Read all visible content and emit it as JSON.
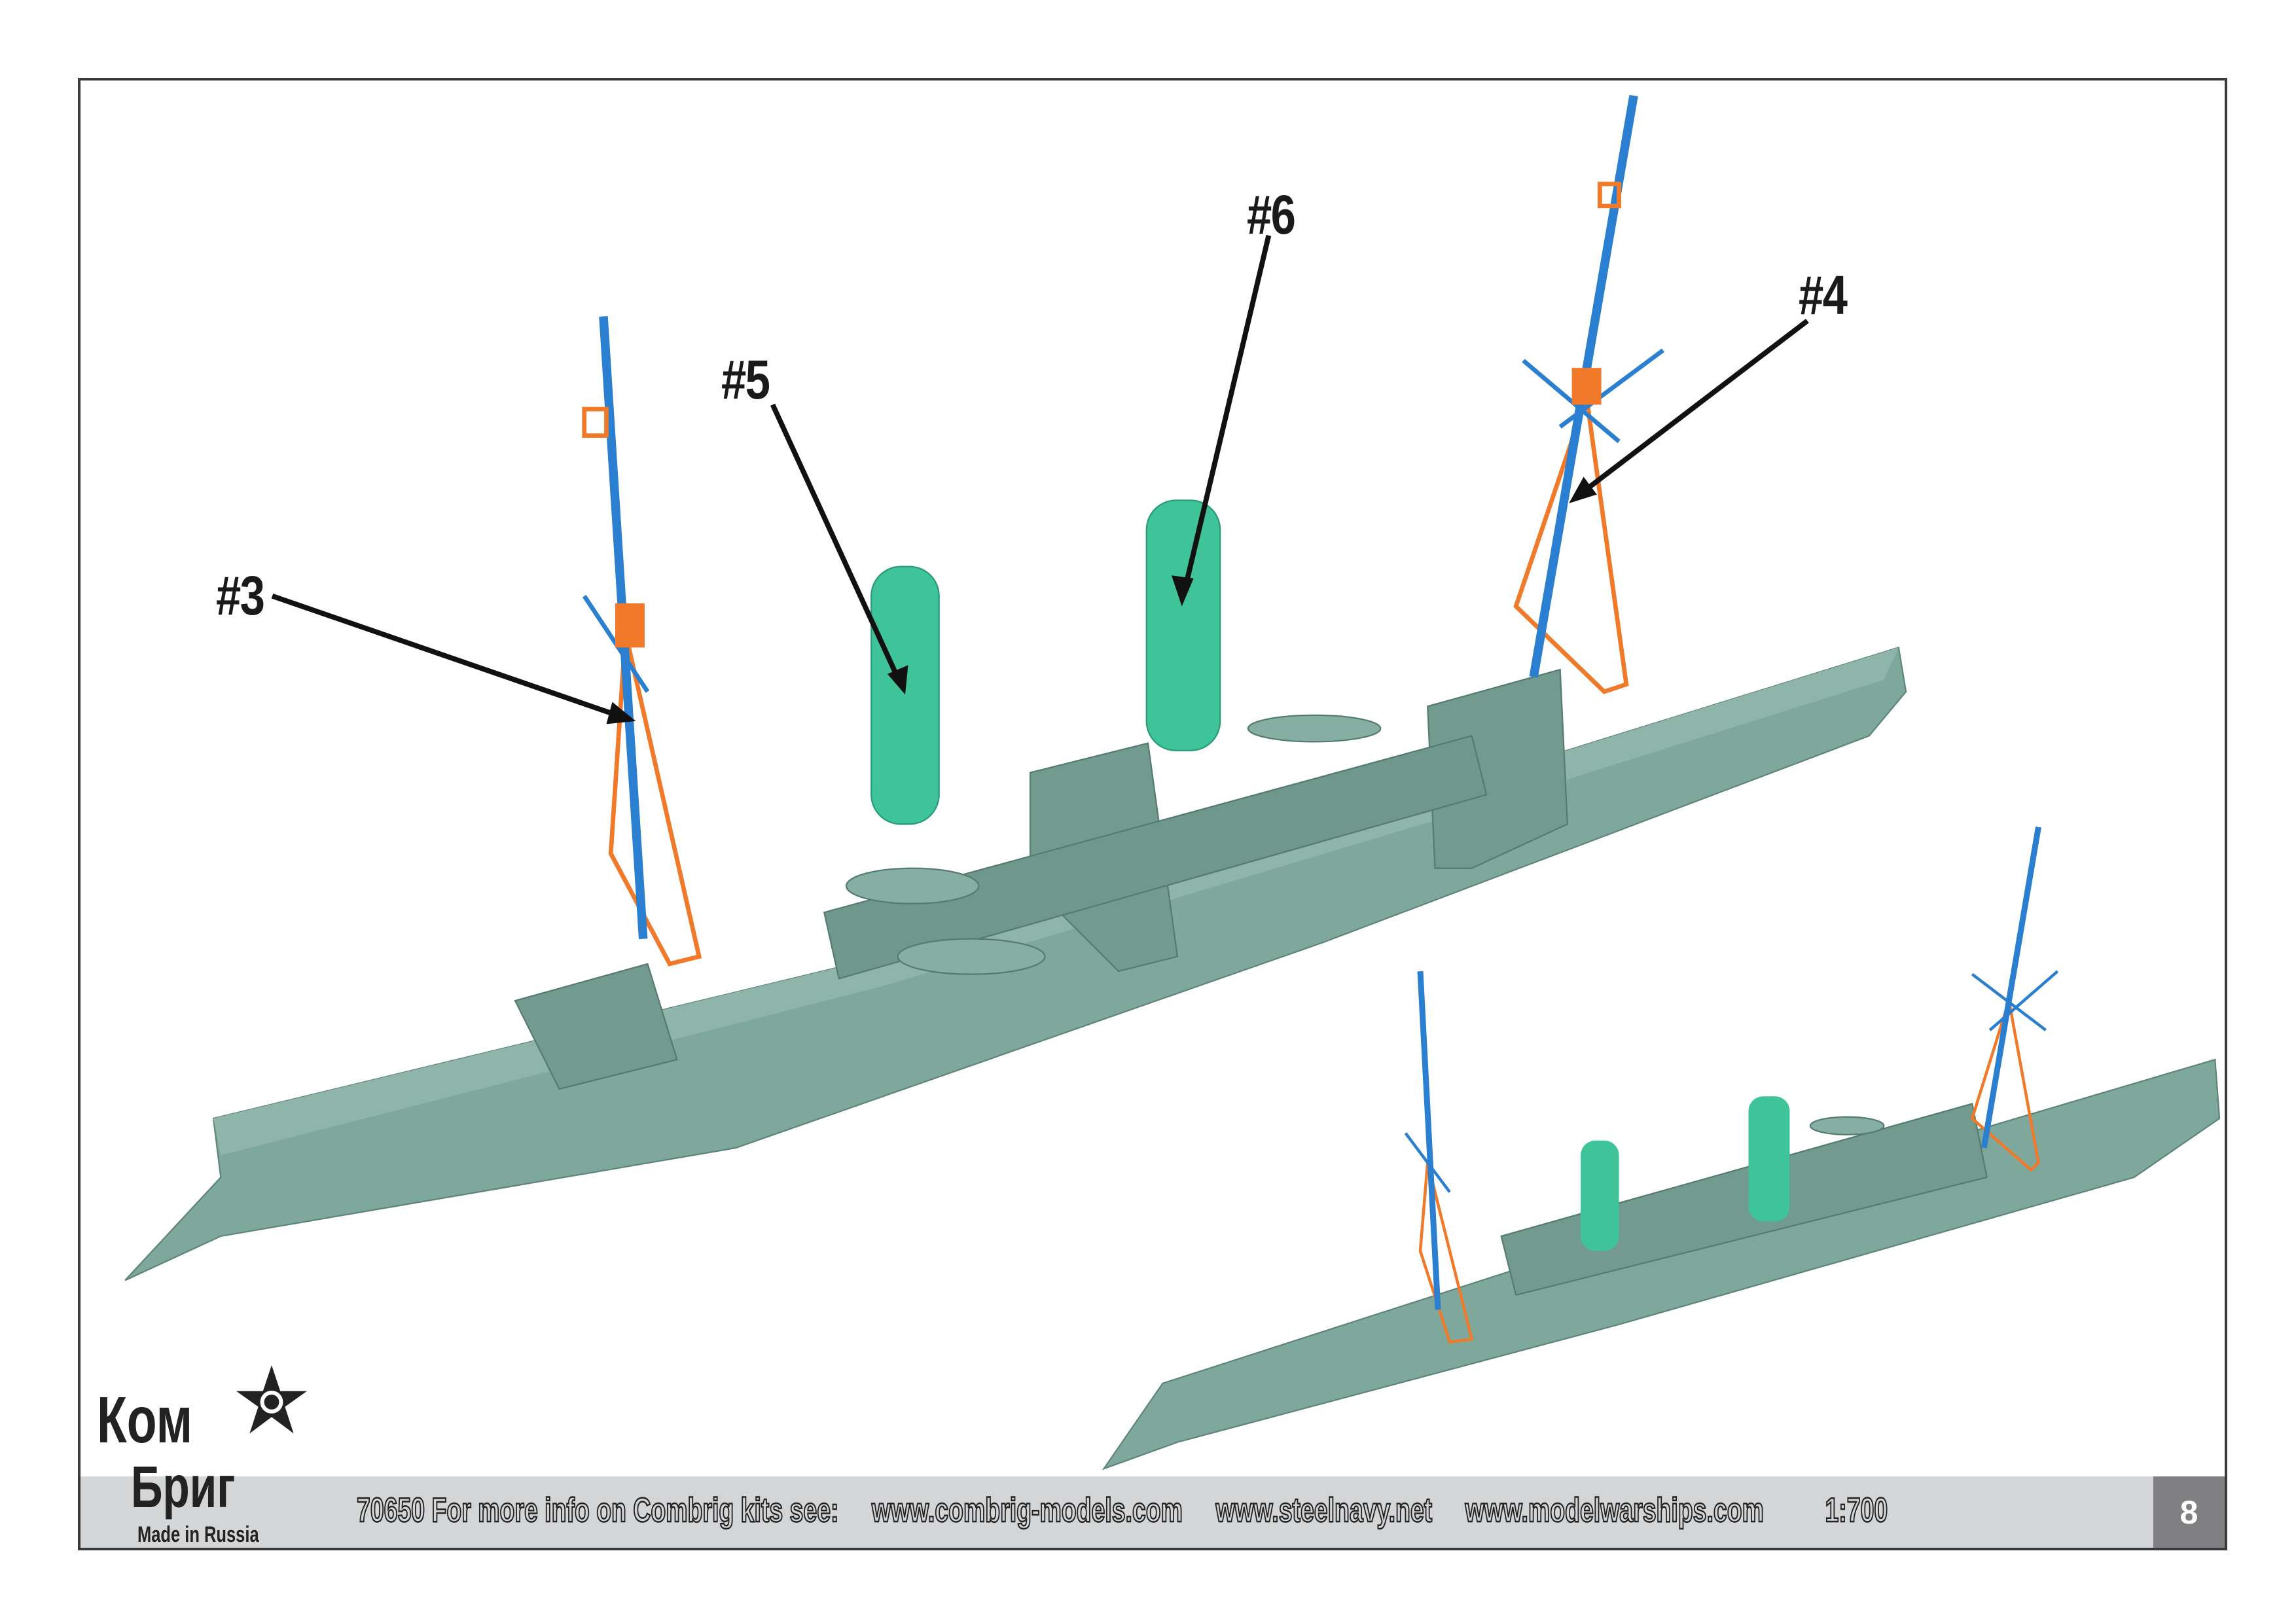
{
  "callouts": {
    "part3": "#3",
    "part5": "#5",
    "part6": "#6",
    "part4": "#4"
  },
  "logo": {
    "line1": "Ком",
    "line2": "Бриг",
    "tagline": "Made in Russia"
  },
  "footer": {
    "kit_info": "70650 For more info on Combrig kits see:",
    "link1": "www.combrig-models.com",
    "link2": "www.steelnavy.net",
    "link3": "www.modelwarships.com",
    "scale": "1:700",
    "page_number": "8"
  },
  "colors": {
    "hull": "#7fa89c",
    "funnel": "#3fc49a",
    "mast": "#2a7fd0",
    "photoetch": "#f07a2a",
    "footer_band": "#d4d5d7",
    "page_box": "#808082"
  }
}
